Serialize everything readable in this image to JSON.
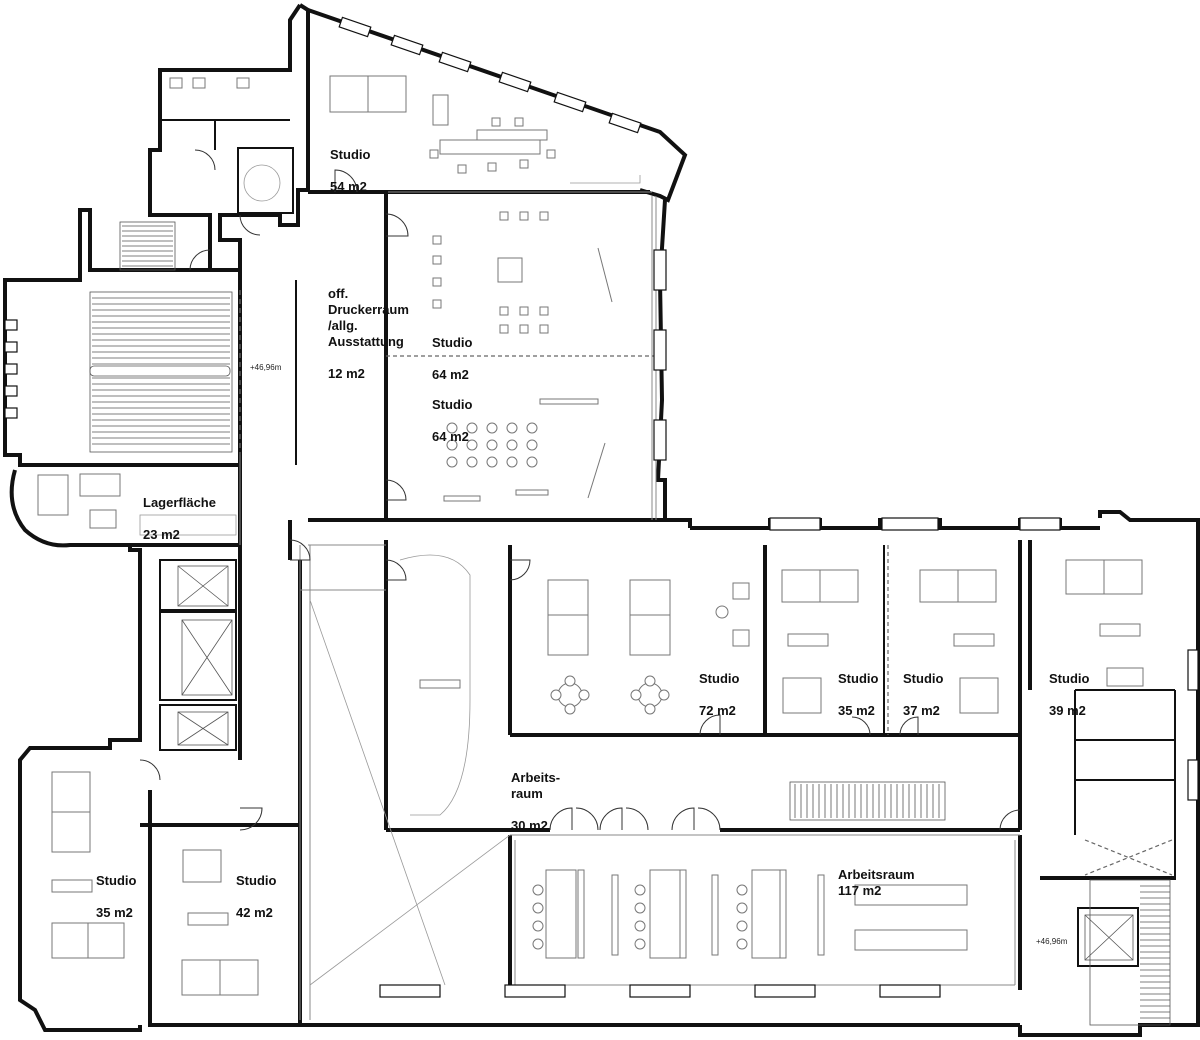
{
  "rooms": {
    "studio_54": {
      "name": "Studio",
      "area": "54 m2"
    },
    "druckerraum": {
      "name": "off.\nDruckerraum\n/allg.\nAusstattung",
      "area": "12 m2"
    },
    "studio_64_a": {
      "name": "Studio",
      "area": "64 m2"
    },
    "studio_64_b": {
      "name": "Studio",
      "area": "64 m2"
    },
    "lagerflaeche": {
      "name": "Lagerfläche",
      "area": "23 m2"
    },
    "studio_72": {
      "name": "Studio",
      "area": "72 m2"
    },
    "studio_35_a": {
      "name": "Studio",
      "area": "35 m2"
    },
    "studio_37": {
      "name": "Studio",
      "area": "37 m2"
    },
    "studio_39": {
      "name": "Studio",
      "area": "39 m2"
    },
    "arbeitsraum_30": {
      "name": "Arbeits-\nraum",
      "area": "30 m2"
    },
    "arbeitsraum_117": {
      "name": "Arbeitsraum",
      "area": "117 m2"
    },
    "studio_35_b": {
      "name": "Studio",
      "area": "35 m2"
    },
    "studio_42": {
      "name": "Studio",
      "area": "42 m2"
    }
  },
  "levels": {
    "corridor": "+46,96m",
    "stair_east": "+46,96m"
  }
}
